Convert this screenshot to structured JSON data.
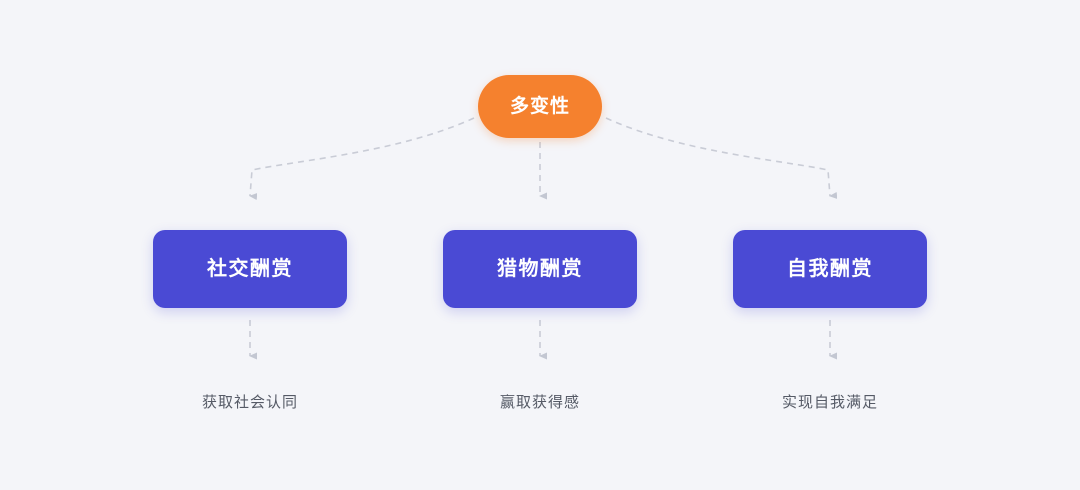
{
  "diagram": {
    "type": "flowchart",
    "background_color": "#f4f5f9",
    "root": {
      "label": "多变性",
      "shape": "pill",
      "fill_color": "#f5812e",
      "text_color": "#ffffff"
    },
    "branches": [
      {
        "label": "社交酬赏",
        "caption": "获取社会认同",
        "fill_color": "#4a4ad4",
        "text_color": "#ffffff"
      },
      {
        "label": "猎物酬赏",
        "caption": "赢取获得感",
        "fill_color": "#4a4ad4",
        "text_color": "#ffffff"
      },
      {
        "label": "自我酬赏",
        "caption": "实现自我满足",
        "fill_color": "#4a4ad4",
        "text_color": "#ffffff"
      }
    ],
    "connector_style": {
      "stroke_color": "#c9ccd6",
      "dashed": true,
      "arrowhead": true
    },
    "caption_text_color": "#555a66"
  }
}
